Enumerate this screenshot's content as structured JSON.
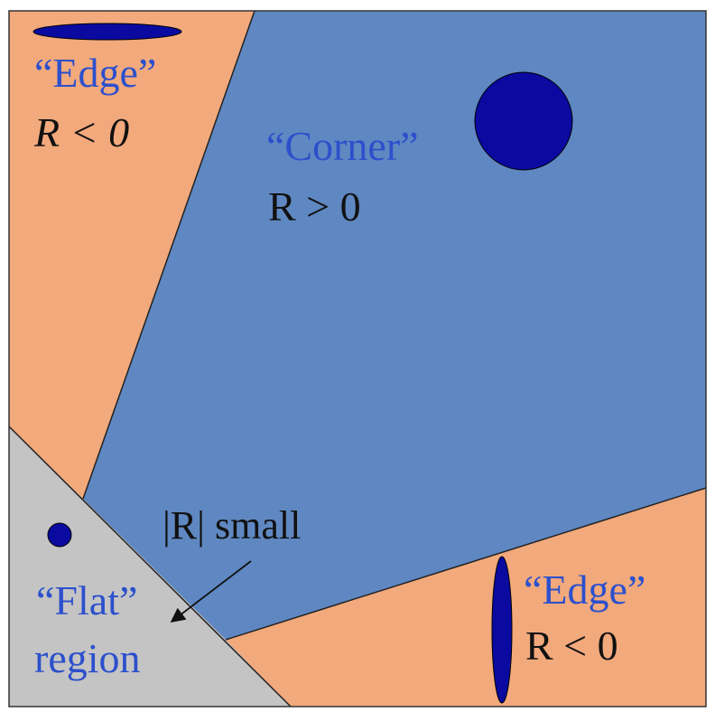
{
  "colors": {
    "edge_region": "#f2a97c",
    "corner_region": "#5f88c2",
    "flat_region": "#c4c4c4",
    "ellipse_fill": "#0a0aa0",
    "quote_text": "#2c50cc",
    "math_text": "#111111",
    "border": "#333333"
  },
  "labels": {
    "edge_top": {
      "name": "“Edge”",
      "condition": "R < 0"
    },
    "corner": {
      "name": "“Corner”",
      "condition": "R > 0"
    },
    "edge_bottom": {
      "name": "“Edge”",
      "condition": "R < 0"
    },
    "flat": {
      "name": "“Flat”",
      "suffix": "region"
    },
    "annotation": "|R| small"
  }
}
